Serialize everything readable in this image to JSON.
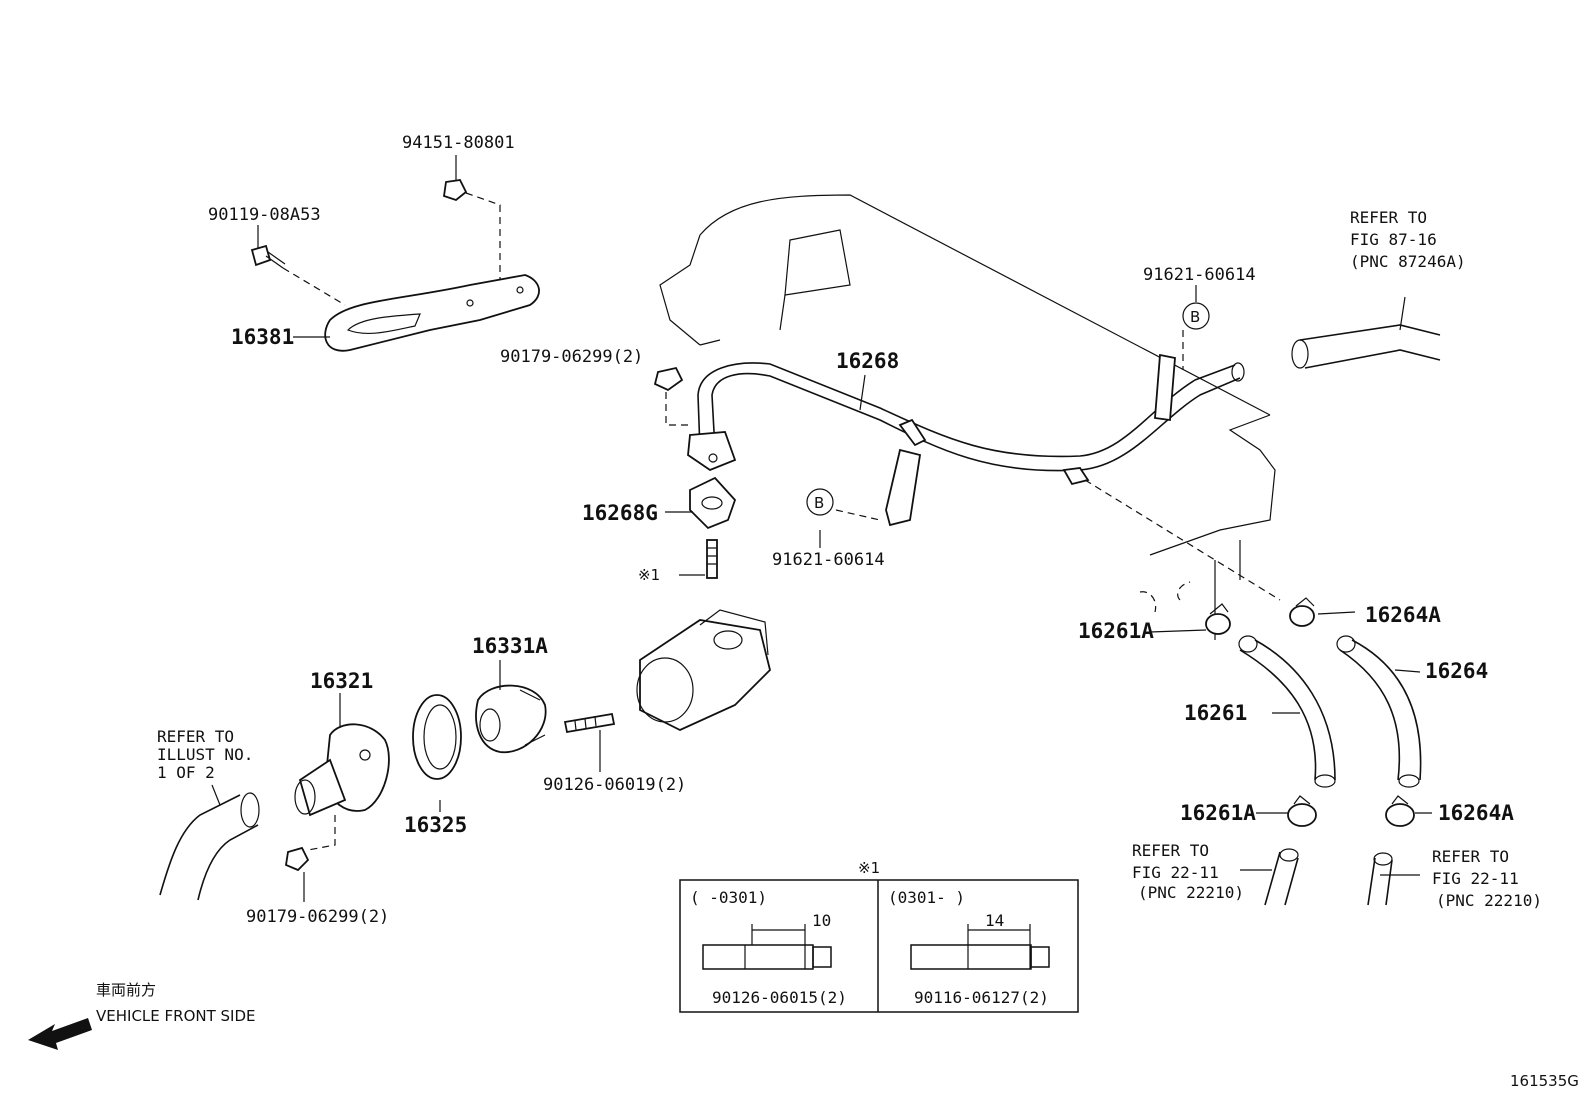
{
  "labels": {
    "p94151": "94151-80801",
    "p90119": "90119-08A53",
    "p16381": "16381",
    "p90179a": "90179-06299(2)",
    "p16268": "16268",
    "p91621a": "91621-60614",
    "p91621b": "91621-60614",
    "p16268g": "16268G",
    "p_note1": "※1",
    "p16331a": "16331A",
    "p16321": "16321",
    "p16325": "16325",
    "p90126": "90126-06019(2)",
    "p90179b": "90179-06299(2)",
    "p16261a_top": "16261A",
    "p16264a_top": "16264A",
    "p16264": "16264",
    "p16261": "16261",
    "p16261a_bot": "16261A",
    "p16264a_bot": "16264A",
    "circle_b1": "B",
    "circle_b2": "B"
  },
  "refs": {
    "top_right": [
      "REFER TO",
      "FIG 87-16",
      "(PNC 87246A)"
    ],
    "left": [
      "REFER TO",
      "ILLUST NO.",
      "1 OF 2"
    ],
    "bottom_mid": [
      "REFER TO",
      "FIG 22-11",
      "(PNC 22210)"
    ],
    "bottom_right": [
      "REFER TO",
      "FIG 22-11",
      "(PNC 22210)"
    ]
  },
  "inset": {
    "title": "※1",
    "left_header": "(      -0301)",
    "right_header": "(0301-      )",
    "left_dim": "10",
    "right_dim": "14",
    "left_part": "90126-06015(2)",
    "right_part": "90116-06127(2)"
  },
  "front": {
    "jp": "車両前方",
    "en": "VEHICLE FRONT SIDE"
  },
  "figure_id": "161535G"
}
